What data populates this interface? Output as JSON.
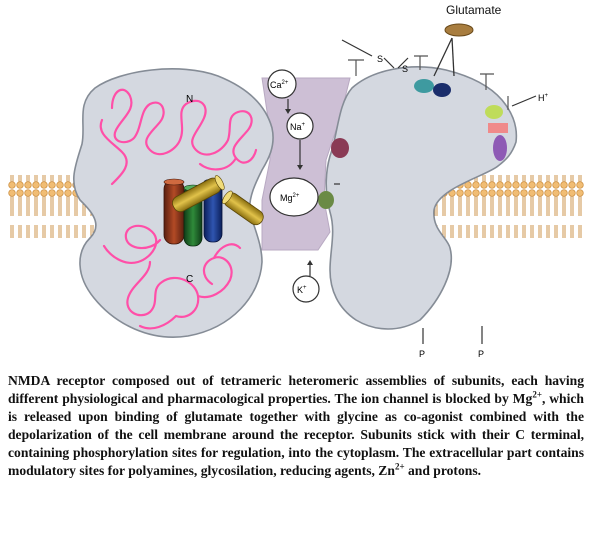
{
  "diagram": {
    "labels": {
      "glutamate": "Glutamate",
      "n_terminal": "N",
      "c_terminal": "C",
      "ca": "Ca",
      "ca_charge": "2+",
      "na": "Na",
      "na_charge": "+",
      "mg": "Mg",
      "mg_charge": "2+",
      "k": "K",
      "k_charge": "+",
      "h": "H",
      "h_charge": "+",
      "s1": "S",
      "s2": "S",
      "p1": "P",
      "p2": "P"
    },
    "colors": {
      "protein": "#d4d8e0",
      "protein_outline": "#858c96",
      "channel": "#cdbfd5",
      "membrane_head": "#f1bd74",
      "polypeptide_chain": "#ff4fa8",
      "glutamate": "#a87d3f"
    }
  },
  "caption": {
    "p1": "NMDA receptor composed out of tetrameric heteromeric assemblies of subunits, each having different physiological and pharmacological properties. The ion channel is blocked by Mg",
    "p1_sup": "2+",
    "p2": ", which is released upon binding of glutamate together with glycine as co-agonist combined with the depolarization of the cell membrane around the receptor. Subunits stick with their C terminal, containing phosphorylation sites for regulation, into the cytoplasm. The extracellular part contains modulatory sites for polyamines, glycosilation, reducing agents, Zn",
    "p2_sup": "2+",
    "p3": " and protons."
  }
}
